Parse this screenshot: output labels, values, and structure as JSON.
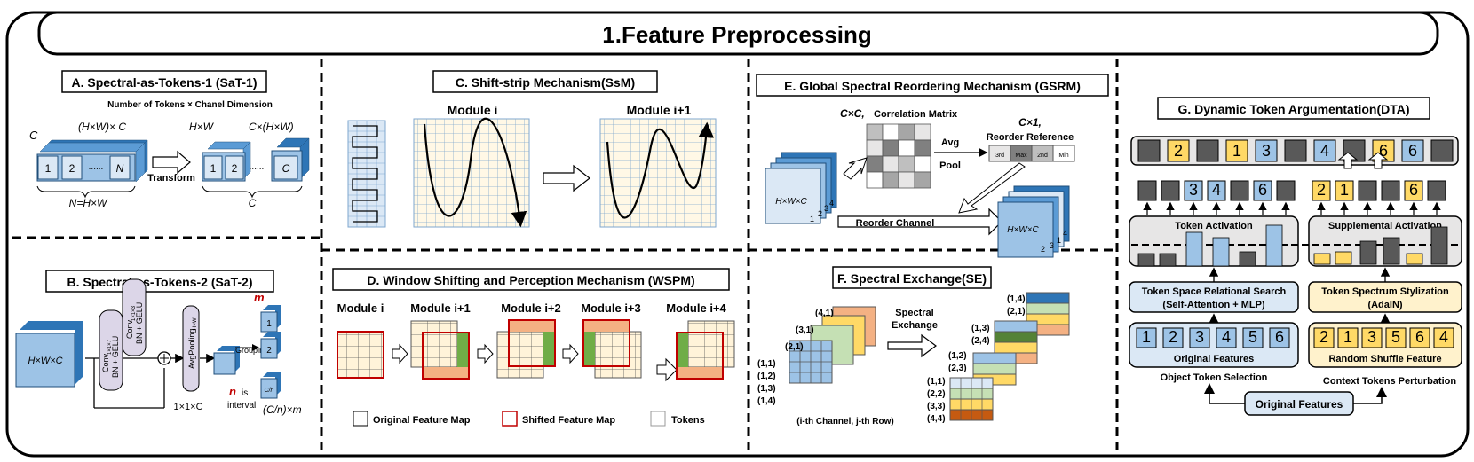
{
  "main_title": "1.Feature Preprocessing",
  "a": {
    "title": "A. Spectral-as-Tokens-1 (SaT-1)",
    "subtitle": "Number of Tokens × Chanel Dimension",
    "c_label": "C",
    "hw_c": "(H×W)× C",
    "hw": "H×W",
    "c_hw": "C×(H×W)",
    "n1": "1",
    "n2": "2",
    "nN": "N",
    "m1": "1",
    "m2": "2",
    "mC": "C",
    "dots": "......",
    "transform": "Transform",
    "n_eq": "N=H×W",
    "c_bottom": "C"
  },
  "b": {
    "title": "B. Spectral-as-Tokens-2 (SaT-2)",
    "cube": "H×W×C",
    "conv1": "Conv",
    "conv1_sub": "1×1×7",
    "conv1_b": "BN + GELU",
    "conv2": "Conv",
    "conv2_sub": "1×1×3",
    "conv2_b": "BN + GELU",
    "avgpool": "AvgPooling",
    "avgpool_sub": "H×W",
    "one_one_c": "1×1×C",
    "grouping": "Grouping",
    "m": "m",
    "n": "n",
    "is": "is",
    "interval": "interval",
    "c_over_n_m": "(C/n)×m",
    "s1": "1",
    "s2": "2",
    "scn": "C/n"
  },
  "c": {
    "title": "C. Shift-strip Mechanism(SsM)",
    "module_i": "Module i",
    "module_i1": "Module i+1"
  },
  "d": {
    "title": "D. Window Shifting and Perception Mechanism (WSPM)",
    "modules": [
      "Module i",
      "Module i+1",
      "Module i+2",
      "Module i+3",
      "Module i+4"
    ],
    "legend": [
      "Original Feature Map",
      "Shifted Feature Map",
      "Tokens"
    ]
  },
  "e": {
    "title": "E. Global Spectral Reordering Mechanism (GSRM)",
    "cxc": "C×C,",
    "corr": "Correlation Matrix",
    "c1": "C×1,",
    "reorder_ref": "Reorder Reference",
    "ref_cells": [
      "3rd",
      "Max",
      "2nd",
      "Min"
    ],
    "avg": "Avg",
    "pool": "Pool",
    "cube": "H×W×C",
    "reorder_channel": "Reorder Channel",
    "cube2": "H×W×C",
    "left_nums": [
      "1",
      "2",
      "3",
      "4"
    ],
    "right_nums": [
      "2",
      "3",
      "1",
      "4"
    ]
  },
  "f": {
    "title": "F. Spectral Exchange(SE)",
    "left_labels": [
      "(4,1)",
      "(3,1)",
      "(2,1)",
      "(1,1)",
      "(1,2)",
      "(1,3)",
      "(1,4)"
    ],
    "spectral": "Spectral",
    "exchange": "Exchange",
    "right_labels": [
      "(1,4)",
      "(2,1)",
      "(1,3)",
      "(2,4)",
      "(1,2)",
      "(2,3)",
      "(1,1)",
      "(2,2)",
      "(3,3)",
      "(4,4)"
    ],
    "caption": "(i-th Channel, j-th Row)"
  },
  "g": {
    "title": "G. Dynamic Token Argumentation(DTA)",
    "top_row": [
      "",
      "2",
      "",
      "1",
      "3",
      "",
      "4",
      "",
      "6",
      "6",
      ""
    ],
    "mid_left": [
      "",
      "",
      "3",
      "4",
      "",
      "6",
      ""
    ],
    "mid_right": [
      "2",
      "1",
      "",
      "",
      "6",
      ""
    ],
    "token_activation": "Token Activation",
    "supplemental_activation": "Supplemental Activation",
    "tsrs": "Token Space Relational Search",
    "tsrs_sub": "(Self-Attention + MLP)",
    "tss": "Token Spectrum Stylization",
    "tss_sub": "(AdaIN)",
    "orig_nums": [
      "1",
      "2",
      "3",
      "4",
      "5",
      "6"
    ],
    "orig_feat": "Original Features",
    "shuf_nums": [
      "2",
      "1",
      "3",
      "5",
      "6",
      "4"
    ],
    "shuffle_feat": "Random Shuffle Feature",
    "obj_sel": "Object Token Selection",
    "ctx_pert": "Context Tokens Perturbation",
    "orig_bottom": "Original Features"
  },
  "colors": {
    "blue_light": "#bdd7ee",
    "blue_mid": "#9dc3e6",
    "blue_dark": "#2e75b6",
    "yellow": "#ffd966",
    "gray_dark": "#595959",
    "purple": "#dcd6e8",
    "green": "#70ad47",
    "orange": "#f4b183",
    "red": "#c00000",
    "cream": "#fff2cc"
  }
}
